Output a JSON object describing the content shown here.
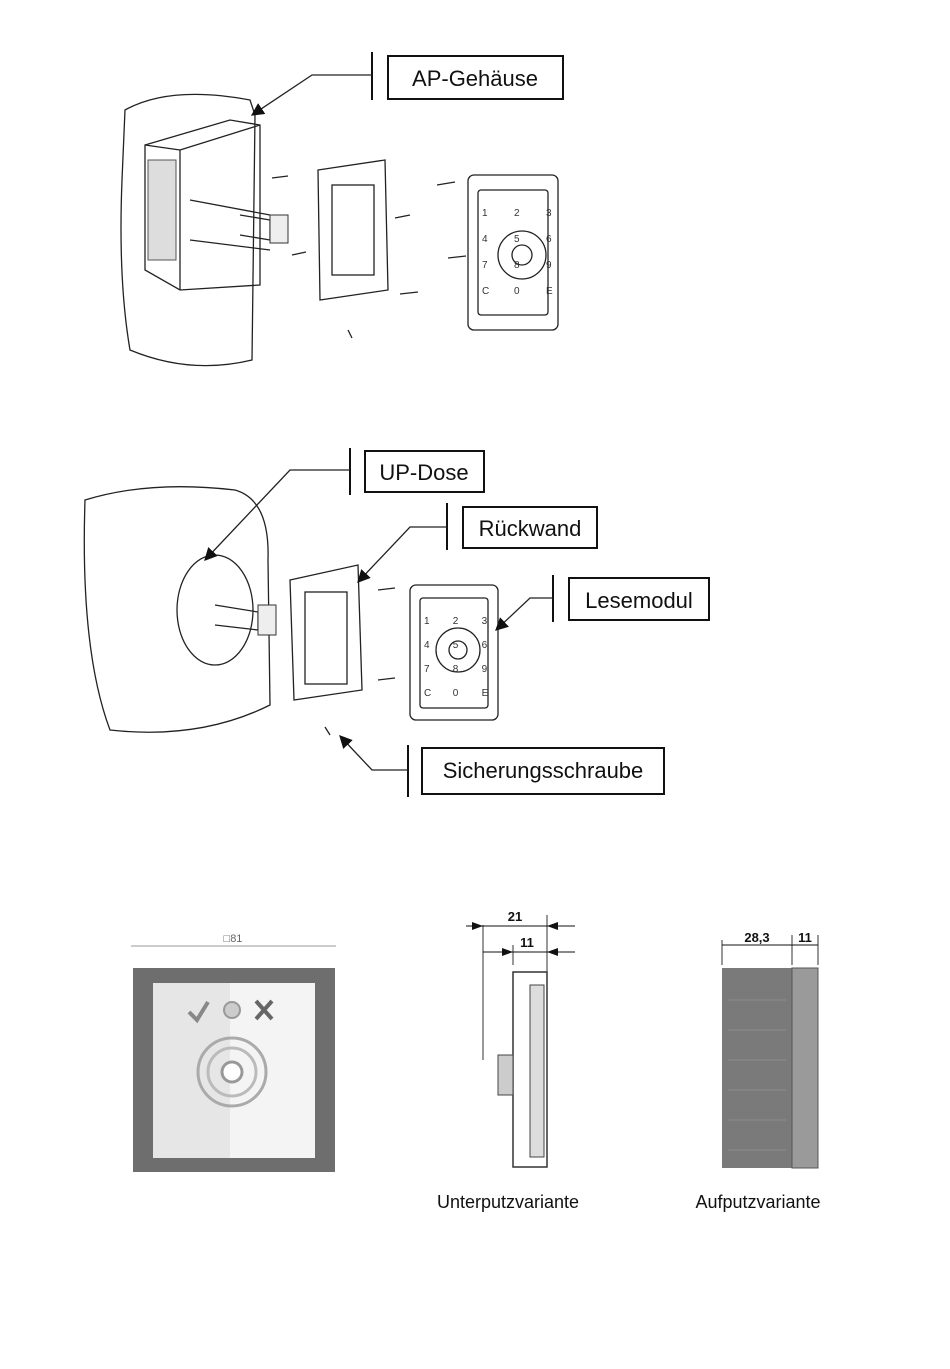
{
  "labels": {
    "ap_housing": "AP-Gehäuse",
    "up_box": "UP-Dose",
    "back_wall": "Rückwand",
    "reader_module": "Lesemodul",
    "locking_screw": "Sicherungsschraube"
  },
  "dimensions": {
    "front_size": "□81",
    "flush_total_depth": "21",
    "flush_module_depth": "11",
    "surface_housing_depth": "28,3",
    "surface_module_depth": "11"
  },
  "captions": {
    "flush_variant": "Unterputzvariante",
    "surface_variant": "Aufputzvariante"
  },
  "keypad_keys": [
    "1",
    "2",
    "3",
    "4",
    "5",
    "6",
    "7",
    "8",
    "9",
    "C",
    "0",
    "E"
  ]
}
